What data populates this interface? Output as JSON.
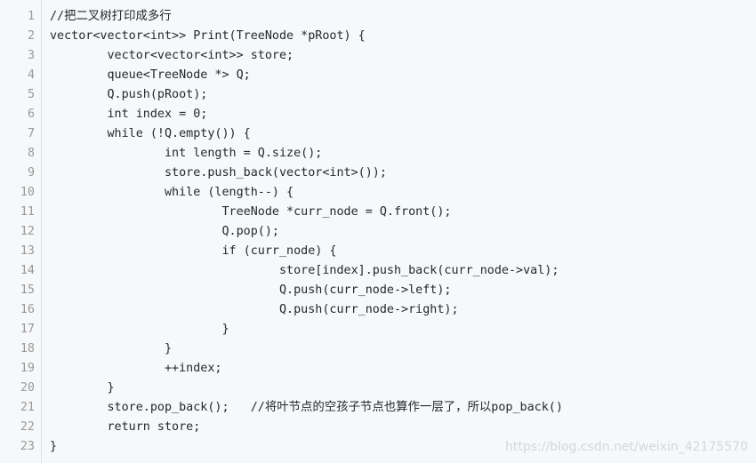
{
  "code": {
    "lines": [
      {
        "number": "1",
        "text": "//把二叉树打印成多行"
      },
      {
        "number": "2",
        "text": "vector<vector<int>> Print(TreeNode *pRoot) {"
      },
      {
        "number": "3",
        "text": "        vector<vector<int>> store;"
      },
      {
        "number": "4",
        "text": "        queue<TreeNode *> Q;"
      },
      {
        "number": "5",
        "text": "        Q.push(pRoot);"
      },
      {
        "number": "6",
        "text": "        int index = 0;"
      },
      {
        "number": "7",
        "text": "        while (!Q.empty()) {"
      },
      {
        "number": "8",
        "text": "                int length = Q.size();"
      },
      {
        "number": "9",
        "text": "                store.push_back(vector<int>());"
      },
      {
        "number": "10",
        "text": "                while (length--) {"
      },
      {
        "number": "11",
        "text": "                        TreeNode *curr_node = Q.front();"
      },
      {
        "number": "12",
        "text": "                        Q.pop();"
      },
      {
        "number": "13",
        "text": "                        if (curr_node) {"
      },
      {
        "number": "14",
        "text": "                                store[index].push_back(curr_node->val);"
      },
      {
        "number": "15",
        "text": "                                Q.push(curr_node->left);"
      },
      {
        "number": "16",
        "text": "                                Q.push(curr_node->right);"
      },
      {
        "number": "17",
        "text": "                        }"
      },
      {
        "number": "18",
        "text": "                }"
      },
      {
        "number": "19",
        "text": "                ++index;"
      },
      {
        "number": "20",
        "text": "        }"
      },
      {
        "number": "21",
        "text": "        store.pop_back();   //将叶节点的空孩子节点也算作一层了，所以pop_back()"
      },
      {
        "number": "22",
        "text": "        return store;"
      },
      {
        "number": "23",
        "text": "}"
      }
    ]
  },
  "watermark": "https://blog.csdn.net/weixin_42175570"
}
